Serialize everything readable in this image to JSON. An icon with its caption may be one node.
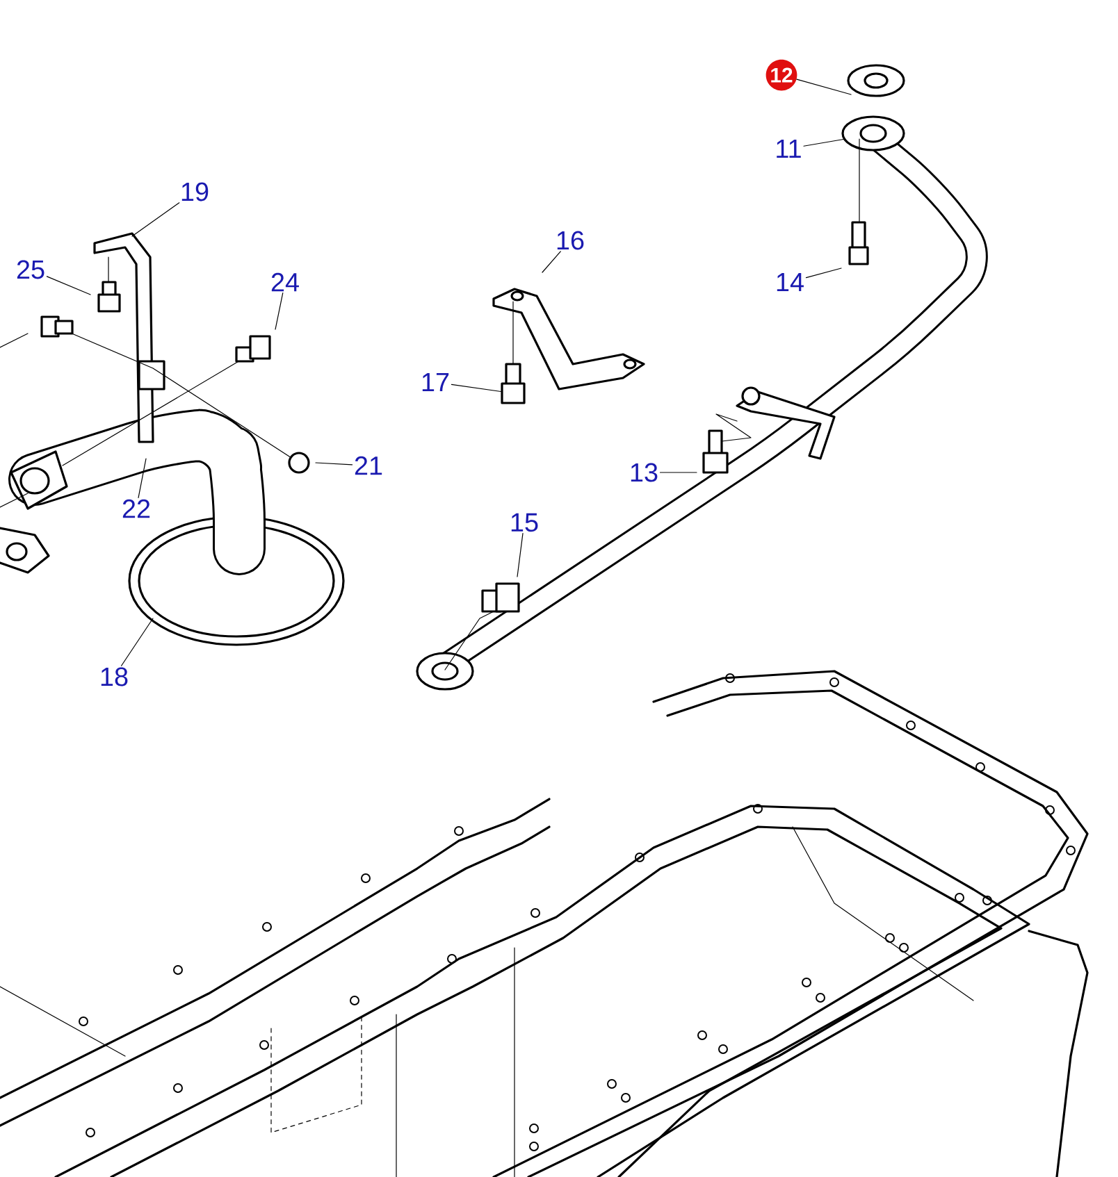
{
  "diagram": {
    "nodes": [
      {
        "text": [
          "12"
        ]
      },
      {
        "text": [
          "11"
        ]
      },
      {
        "text": [
          "19"
        ]
      },
      {
        "text": [
          "16"
        ]
      },
      {
        "text": [
          "25"
        ]
      },
      {
        "text": [
          "24"
        ]
      },
      {
        "text": [
          "14"
        ]
      },
      {
        "text": [
          "17"
        ]
      },
      {
        "text": [
          "21"
        ]
      },
      {
        "text": [
          "13"
        ]
      },
      {
        "text": [
          "22"
        ]
      },
      {
        "text": [
          "15"
        ]
      },
      {
        "text": [
          "18"
        ]
      },
      {
        "text": [],
        "shape": "box"
      }
    ],
    "edges": [
      {
        "from": 0,
        "to": null,
        "arrow": "none"
      },
      {
        "from": 1,
        "to": null,
        "arrow": "none"
      },
      {
        "from": 2,
        "to": null,
        "arrow": "none"
      },
      {
        "from": 3,
        "to": null,
        "arrow": "none"
      },
      {
        "from": 4,
        "to": null,
        "arrow": "none"
      },
      {
        "from": 5,
        "to": null,
        "arrow": "none"
      },
      {
        "from": 6,
        "to": null,
        "arrow": "none"
      },
      {
        "from": 7,
        "to": 13,
        "arrow": "none"
      },
      {
        "from": 8,
        "to": null,
        "arrow": "none"
      },
      {
        "from": 9,
        "to": null,
        "arrow": "none"
      },
      {
        "from": 10,
        "to": null,
        "arrow": "none"
      },
      {
        "from": 11,
        "to": null,
        "arrow": "none"
      },
      {
        "from": 12,
        "to": null,
        "arrow": "none"
      }
    ]
  }
}
